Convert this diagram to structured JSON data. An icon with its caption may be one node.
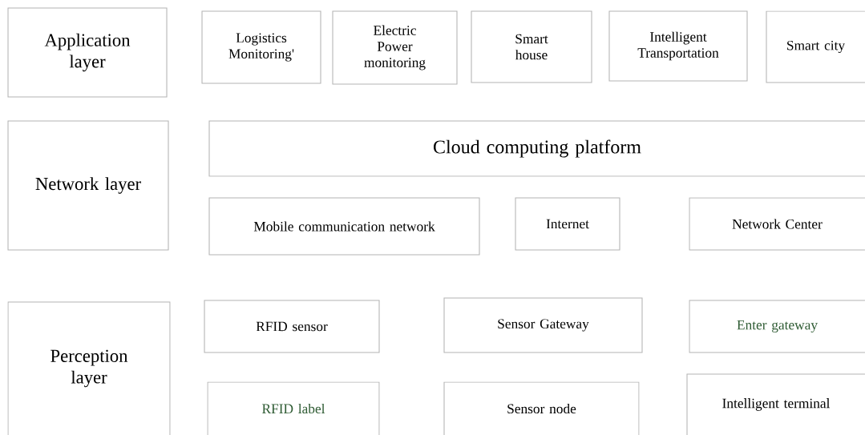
{
  "diagram": {
    "nodes": [
      {
        "text": [
          "Application layer"
        ]
      },
      {
        "text": [
          "Logistics Monitoring'"
        ]
      },
      {
        "text": [
          "Electric Power monitoring"
        ]
      },
      {
        "text": [
          "Smart house"
        ]
      },
      {
        "text": [
          "Intelligent Transportation"
        ]
      },
      {
        "text": [
          "Smart city"
        ]
      },
      {
        "text": [
          "Network layer"
        ]
      },
      {
        "text": [
          "Cloud computing platform"
        ]
      },
      {
        "text": [
          "Mobile communication network"
        ]
      },
      {
        "text": [
          "Internet"
        ]
      },
      {
        "text": [
          "Network Center"
        ]
      },
      {
        "text": [
          "Perception layer"
        ]
      },
      {
        "text": [
          "RFID sensor"
        ]
      },
      {
        "text": [
          "Sensor Gateway"
        ]
      },
      {
        "text": [
          "Enter gateway"
        ]
      },
      {
        "text": [
          "RFID label"
        ]
      },
      {
        "text": [
          "Sensor node"
        ]
      },
      {
        "text": [
          "Intelligent terminal"
        ]
      }
    ]
  }
}
